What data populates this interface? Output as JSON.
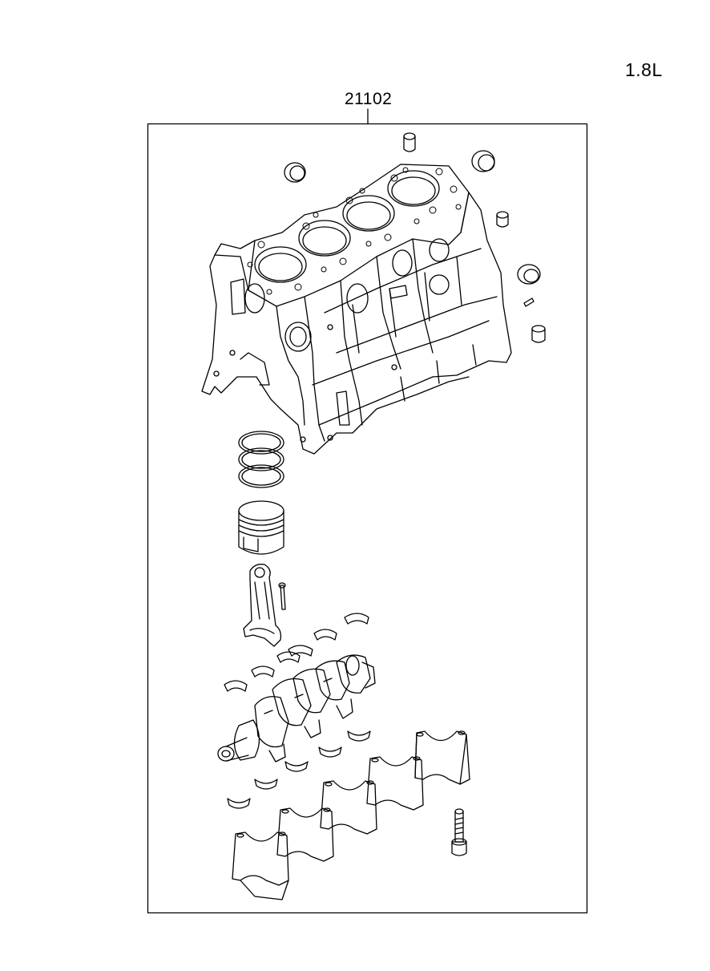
{
  "engine": {
    "label": "1.8L"
  },
  "assembly": {
    "part_number": "21102",
    "components": [
      "cylinder-block",
      "piston-rings",
      "piston",
      "connecting-rod",
      "rod-bolt",
      "bearing-shells",
      "crankshaft",
      "main-bearing-caps",
      "cap-bolt",
      "plugs-and-dowels"
    ]
  },
  "colors": {
    "line": "#000000",
    "background": "#ffffff"
  }
}
